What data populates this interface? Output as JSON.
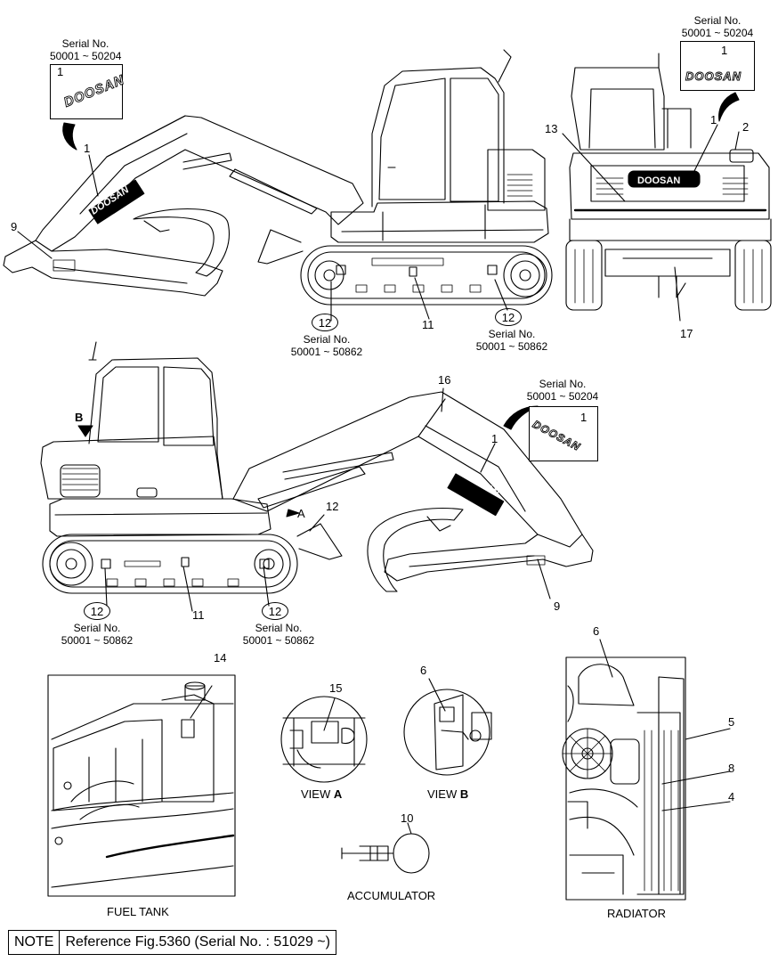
{
  "labels": {
    "serial_no": "Serial No.",
    "range_204": "50001 ~ 50204",
    "range_862": "50001 ~ 50862",
    "brand": "DOOSAN",
    "view_word": "VIEW",
    "view_a_letter": "A",
    "view_b_letter": "B",
    "marker_a": "A",
    "marker_b": "B",
    "fuel_tank": "FUEL TANK",
    "accumulator": "ACCUMULATOR",
    "radiator": "RADIATOR"
  },
  "callouts": {
    "n1": "1",
    "n2": "2",
    "n4": "4",
    "n5": "5",
    "n6": "6",
    "n8": "8",
    "n9": "9",
    "n10": "10",
    "n11": "11",
    "n12": "12",
    "n13": "13",
    "n14": "14",
    "n15": "15",
    "n16": "16",
    "n17": "17"
  },
  "note": {
    "key": "NOTE",
    "text": "Reference Fig.5360 (Serial No. : 51029 ~)"
  }
}
